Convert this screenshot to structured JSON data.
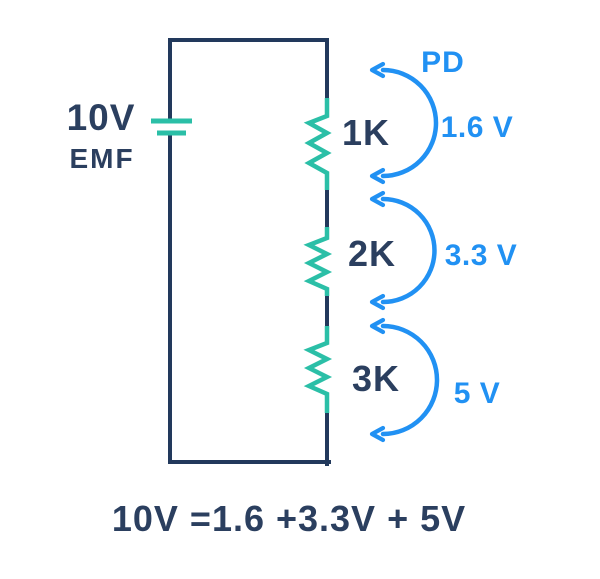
{
  "diagram": {
    "source": {
      "value": "10V",
      "type_label": "EMF"
    },
    "pd_heading": "PD",
    "resistors": [
      {
        "label": "1K",
        "pd_value": "1.6 V"
      },
      {
        "label": "2K",
        "pd_value": "3.3 V"
      },
      {
        "label": "3K",
        "pd_value": "5 V"
      }
    ],
    "equation": "10V =1.6 +3.3V + 5V",
    "colors": {
      "wire_navy": "#22395C",
      "text_navy": "#2B3F5F",
      "component_teal": "#2BBFA7",
      "annotation_blue": "#2191F3",
      "background": "#FFFFFF"
    }
  }
}
